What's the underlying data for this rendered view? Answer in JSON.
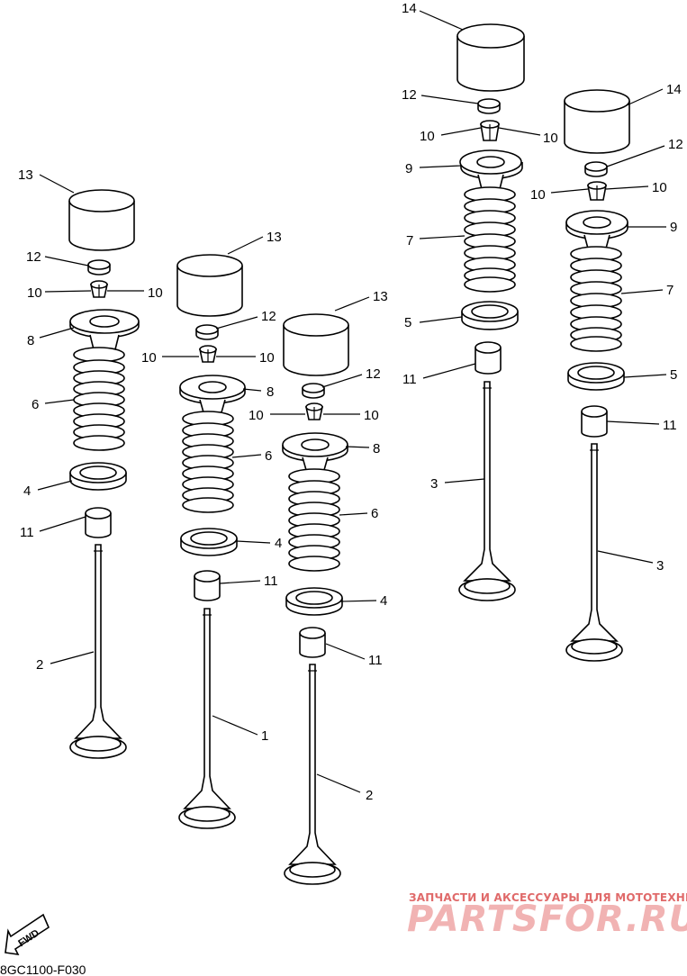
{
  "diagram": {
    "drawing_code": "8GC1100-F030",
    "fwd_label": "FWD",
    "watermark": {
      "line1": "ЗАПЧАСТИ И АКСЕССУАРЫ ДЛЯ МОТОТЕХНИКИ",
      "line2": "PARTSFOR.RU"
    },
    "part_numbers": [
      "1",
      "2",
      "3",
      "4",
      "5",
      "6",
      "7",
      "8",
      "9",
      "10",
      "11",
      "12",
      "13",
      "14"
    ]
  }
}
